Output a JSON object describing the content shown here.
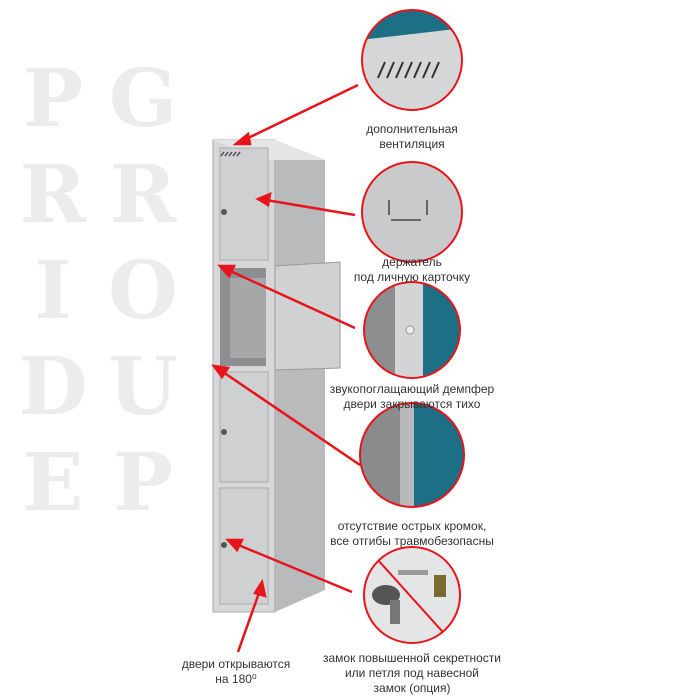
{
  "watermark": {
    "line1": "PRIDE",
    "line2": "GROUP"
  },
  "features": [
    {
      "icon": "ventilation-slots",
      "lines": [
        "дополнительная",
        "вентиляция"
      ]
    },
    {
      "icon": "card-holder",
      "lines": [
        "держатель",
        "под личную карточку"
      ]
    },
    {
      "icon": "door-damper",
      "lines": [
        "звукопоглащающий демпфер",
        "двери закрываются тихо"
      ]
    },
    {
      "icon": "safe-edges",
      "lines": [
        "отсутствие острых кромок,",
        "все отгибы травмобезопасны"
      ]
    },
    {
      "icon": "lock-option",
      "lines": [
        "замок повышенной секретности",
        "или петля под навесной",
        "замок (опция)"
      ]
    }
  ],
  "door_note": {
    "lines": [
      "двери открываются",
      "на 180⁰"
    ]
  },
  "colors": {
    "accent": "#e8141b",
    "locker": "#cfd0d2",
    "teal": "#1d6f86"
  }
}
